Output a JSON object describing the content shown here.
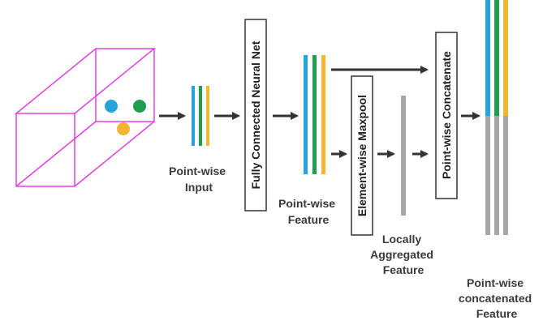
{
  "colors": {
    "box": "#e040e0",
    "blue": "#27a3dc",
    "green": "#1e9e50",
    "yellow": "#f2b632",
    "gray": "#a6a6a6",
    "arrow": "#333333"
  },
  "labels": {
    "pointwise_input": [
      "Point-wise",
      "Input"
    ],
    "fc_net": "Fully Connected Neural Net",
    "pointwise_feature": [
      "Point-wise",
      "Feature"
    ],
    "maxpool": "Element-wise Maxpool",
    "locally_aggregated": [
      "Locally",
      "Aggregated",
      "Feature"
    ],
    "concatenate": "Point-wise Concatenate",
    "concatenated_feature": [
      "Point-wise",
      "concatenated",
      "Feature"
    ]
  },
  "icons": {
    "points": [
      "blue-point",
      "green-point",
      "yellow-point"
    ]
  }
}
